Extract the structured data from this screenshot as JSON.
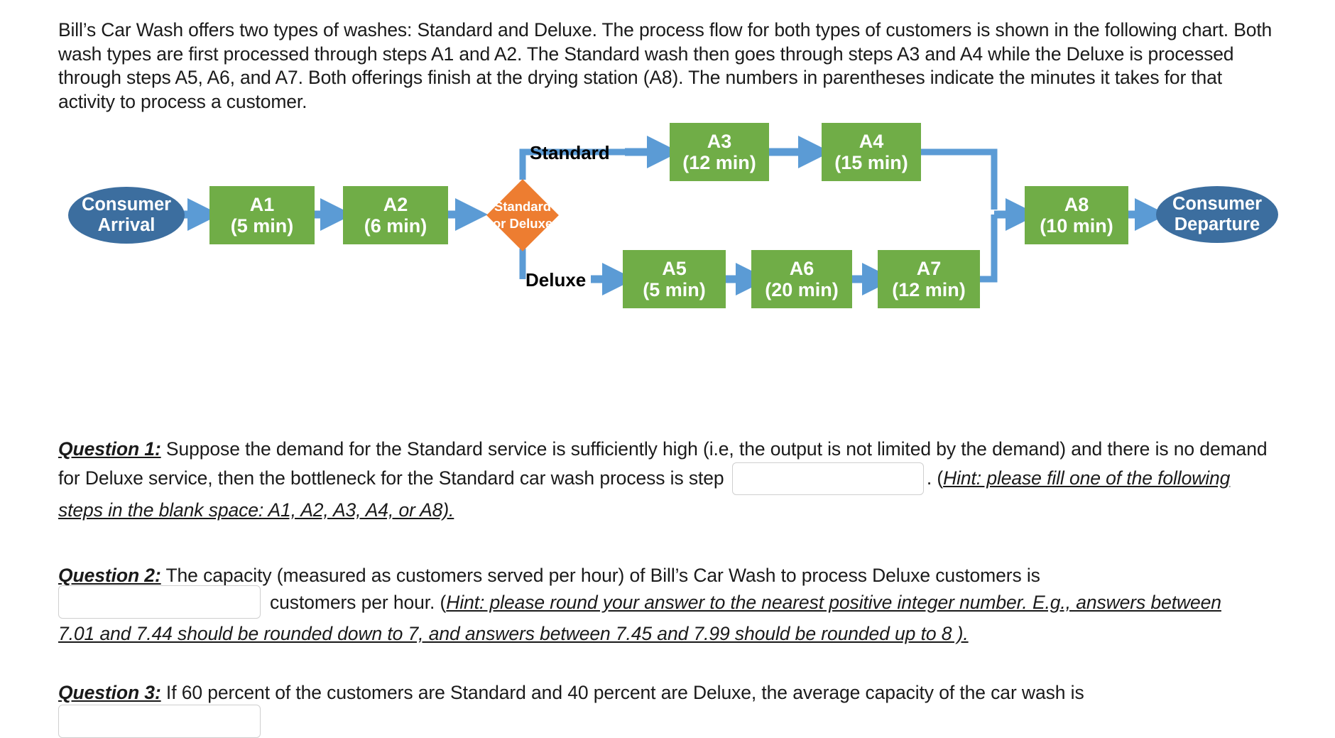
{
  "intro": {
    "text": "Bill’s Car Wash offers two types of washes: Standard and Deluxe. The process flow for both types of customers is shown in the following chart. Both wash types are first processed through steps A1 and A2. The Standard wash then goes through steps A3 and A4 while the Deluxe is processed through steps A5, A6, and A7. Both offerings finish at the drying station (A8). The numbers in parentheses indicate the minutes it takes for that activity to process a customer."
  },
  "diagram": {
    "colors": {
      "process": "#70ad47",
      "terminator": "#3c6e9f",
      "decision": "#ed7d31",
      "connector": "#5b9bd5"
    },
    "start": {
      "line1": "Consumer",
      "line2": "Arrival"
    },
    "end": {
      "line1": "Consumer",
      "line2": "Departure"
    },
    "decision": {
      "line1": "Standard",
      "line2": "or Deluxe"
    },
    "branches": {
      "standard": "Standard",
      "deluxe": "Deluxe"
    },
    "steps": [
      {
        "id": "A1",
        "name": "A1",
        "duration": "(5 min)"
      },
      {
        "id": "A2",
        "name": "A2",
        "duration": "(6 min)"
      },
      {
        "id": "A3",
        "name": "A3",
        "duration": "(12 min)"
      },
      {
        "id": "A4",
        "name": "A4",
        "duration": "(15 min)"
      },
      {
        "id": "A5",
        "name": "A5",
        "duration": "(5 min)"
      },
      {
        "id": "A6",
        "name": "A6",
        "duration": "(20 min)"
      },
      {
        "id": "A7",
        "name": "A7",
        "duration": "(12 min)"
      },
      {
        "id": "A8",
        "name": "A8",
        "duration": "(10 min)"
      }
    ]
  },
  "questions": {
    "q1": {
      "label": "Question 1:",
      "body_before_blank": " Suppose the demand for the Standard service is sufficiently high (i.e, the output is not limited by the demand) and there is no demand for Deluxe service, then the bottleneck for the Standard car wash process is step ",
      "blank_value": "",
      "body_after_blank": ". (",
      "hint": "Hint: please fill one of the following steps in the blank space: A1, A2, A3, A4, or A8).",
      "blank_placeholder": ""
    },
    "q2": {
      "label": "Question 2:",
      "body_line1": " The capacity (measured as customers served per hour) of Bill’s Car Wash to process Deluxe customers is",
      "blank_value": "",
      "body_after_blank": "customers per hour. (",
      "hint_line1": "Hint: please round your answer to the nearest positive integer number. E.g., answers between",
      "hint_line2": "7.01 and 7.44 should be rounded down to 7, and answers between 7.45 and 7.99 should be rounded up to 8 ).",
      "blank_placeholder": ""
    },
    "q3": {
      "label": "Question 3:",
      "body": " If 60 percent of the customers are Standard and 40 percent are Deluxe, the average capacity of the car wash is",
      "blank_value": "",
      "blank_placeholder": ""
    }
  }
}
